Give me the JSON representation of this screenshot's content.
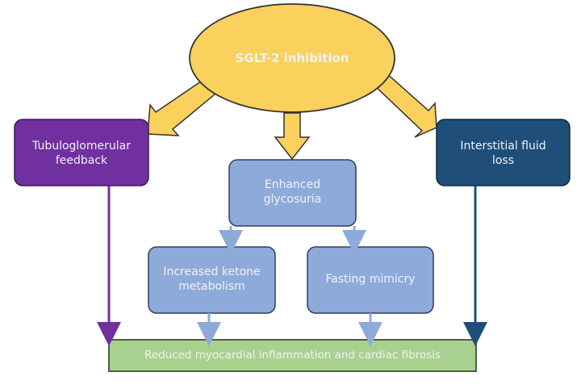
{
  "diagram": {
    "root": {
      "label": "SGLT-2 inhibition",
      "color": "#f9d15c"
    },
    "left": {
      "label_line1": "Tubuloglomerular",
      "label_line2": "feedback",
      "color": "#7030a0"
    },
    "right": {
      "label_line1": "Interstitial fluid",
      "label_line2": "loss",
      "color": "#1f4e79"
    },
    "center": {
      "label_line1": "Enhanced",
      "label_line2": "glycosuria",
      "color": "#8eaadb"
    },
    "ketone": {
      "label_line1": "Increased ketone",
      "label_line2": "metabolism",
      "color": "#8eaadb"
    },
    "fasting": {
      "label": "Fasting mimicry",
      "color": "#8eaadb"
    },
    "outcome": {
      "label": "Reduced myocardial inflammation and cardiac fibrosis",
      "color": "#a9d18e"
    }
  }
}
